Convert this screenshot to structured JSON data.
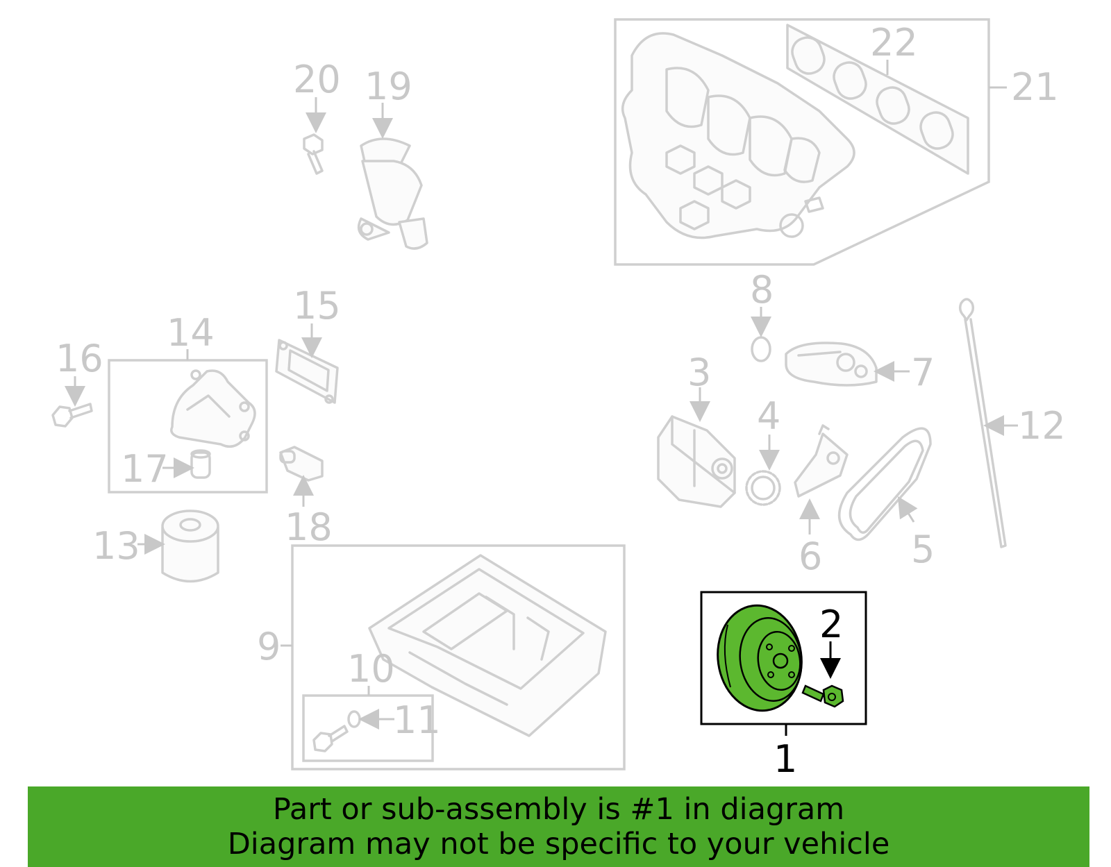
{
  "callouts": {
    "c1": "1",
    "c2": "2",
    "c3": "3",
    "c4": "4",
    "c5": "5",
    "c6": "6",
    "c7": "7",
    "c8": "8",
    "c9": "9",
    "c10": "10",
    "c11": "11",
    "c12": "12",
    "c13": "13",
    "c14": "14",
    "c15": "15",
    "c16": "16",
    "c17": "17",
    "c18": "18",
    "c19": "19",
    "c20": "20",
    "c21": "21",
    "c22": "22"
  },
  "highlighted_callout": "1",
  "colors": {
    "highlight_part": "#5cb82f",
    "banner": "#4aa829",
    "inactive_line": "#cfcfcf",
    "active_line": "#000000"
  },
  "banner": {
    "line1": "Part or sub-assembly is #1 in diagram",
    "line2": "Diagram may not be specific to your vehicle"
  }
}
